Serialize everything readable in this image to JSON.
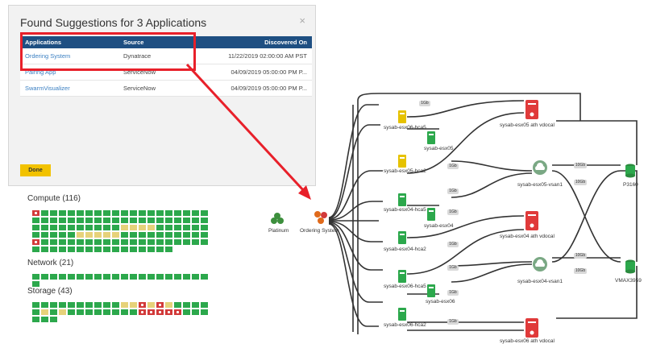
{
  "dialog": {
    "title": "Found Suggestions for 3 Applications",
    "close_icon": "close-icon",
    "columns": [
      "Applications",
      "Source",
      "Discovered On"
    ],
    "rows": [
      {
        "app": "Ordering System",
        "source": "Dynatrace",
        "date": "11/22/2019 02:00:00 AM PST"
      },
      {
        "app": "Pairing App",
        "source": "ServiceNow",
        "date": "04/09/2019 05:00:00 PM P..."
      },
      {
        "app": "SwarmVisualizer",
        "source": "ServiceNow",
        "date": "04/09/2019 05:00:00 PM P..."
      }
    ],
    "done_label": "Done"
  },
  "groups": {
    "compute": {
      "label": "Compute (116)",
      "count": 116,
      "errors": [
        0,
        80
      ],
      "warnings": [
        50,
        51,
        52,
        53,
        65,
        66,
        67,
        68,
        69
      ]
    },
    "network": {
      "label": "Network (21)",
      "count": 21,
      "errors": [],
      "warnings": []
    },
    "storage": {
      "label": "Storage (43)",
      "count": 43,
      "errors": [
        12,
        14,
        32,
        33,
        34,
        35,
        36
      ],
      "warnings": [
        10,
        11,
        13,
        15,
        21,
        23
      ]
    }
  },
  "topology": {
    "pool_label": "Platinum",
    "app_label": "Ordering System",
    "hosts": [
      {
        "label": "sysab-esx06-hca5",
        "color": "yellow"
      },
      {
        "label": "sysab-esx05",
        "color": "green"
      },
      {
        "label": "sysab-esx05-hca2",
        "color": "yellow"
      },
      {
        "label": "sysab-esx04-hca5",
        "color": "green"
      },
      {
        "label": "sysab-esx04",
        "color": "green"
      },
      {
        "label": "sysab-esx04-hca2",
        "color": "green"
      },
      {
        "label": "sysab-esx06-hca5",
        "color": "green"
      },
      {
        "label": "sysab-esx06",
        "color": "green"
      },
      {
        "label": "sysab-esx06-hca2",
        "color": "green"
      }
    ],
    "datastores": [
      {
        "label": "sysab-esx05 ath vdocal"
      },
      {
        "label": "sysab-esx04 ath vdocal"
      },
      {
        "label": "sysab-esx06 ath vdocal"
      }
    ],
    "clouds": [
      {
        "label": "sysab-esx05-vsan1"
      },
      {
        "label": "sysab-esx04-vsan1"
      }
    ],
    "arrays": [
      {
        "label": "P3160"
      },
      {
        "label": "VMAX3959"
      }
    ],
    "link_labels": [
      "1Gb",
      "1Gb",
      "1Gb",
      "1Gb",
      "1Gb",
      "1Gb",
      "1Gb",
      "1Gb",
      "10Gb",
      "10Gb",
      "10Gb",
      "10Gb"
    ]
  },
  "colors": {
    "accent_red": "#e8202a",
    "header_blue": "#1e4f82",
    "link_blue": "#3a7fc2",
    "ok_green": "#2ca84c",
    "warn_yellow": "#e6d27a",
    "err_red": "#d23a3a",
    "done_yellow": "#f2c200"
  }
}
